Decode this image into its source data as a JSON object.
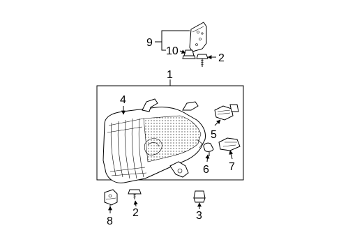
{
  "callouts": {
    "c1": "1",
    "c2a": "2",
    "c2b": "2",
    "c3": "3",
    "c4": "4",
    "c5": "5",
    "c6": "6",
    "c7": "7",
    "c8": "8",
    "c9": "9",
    "c10": "10"
  }
}
